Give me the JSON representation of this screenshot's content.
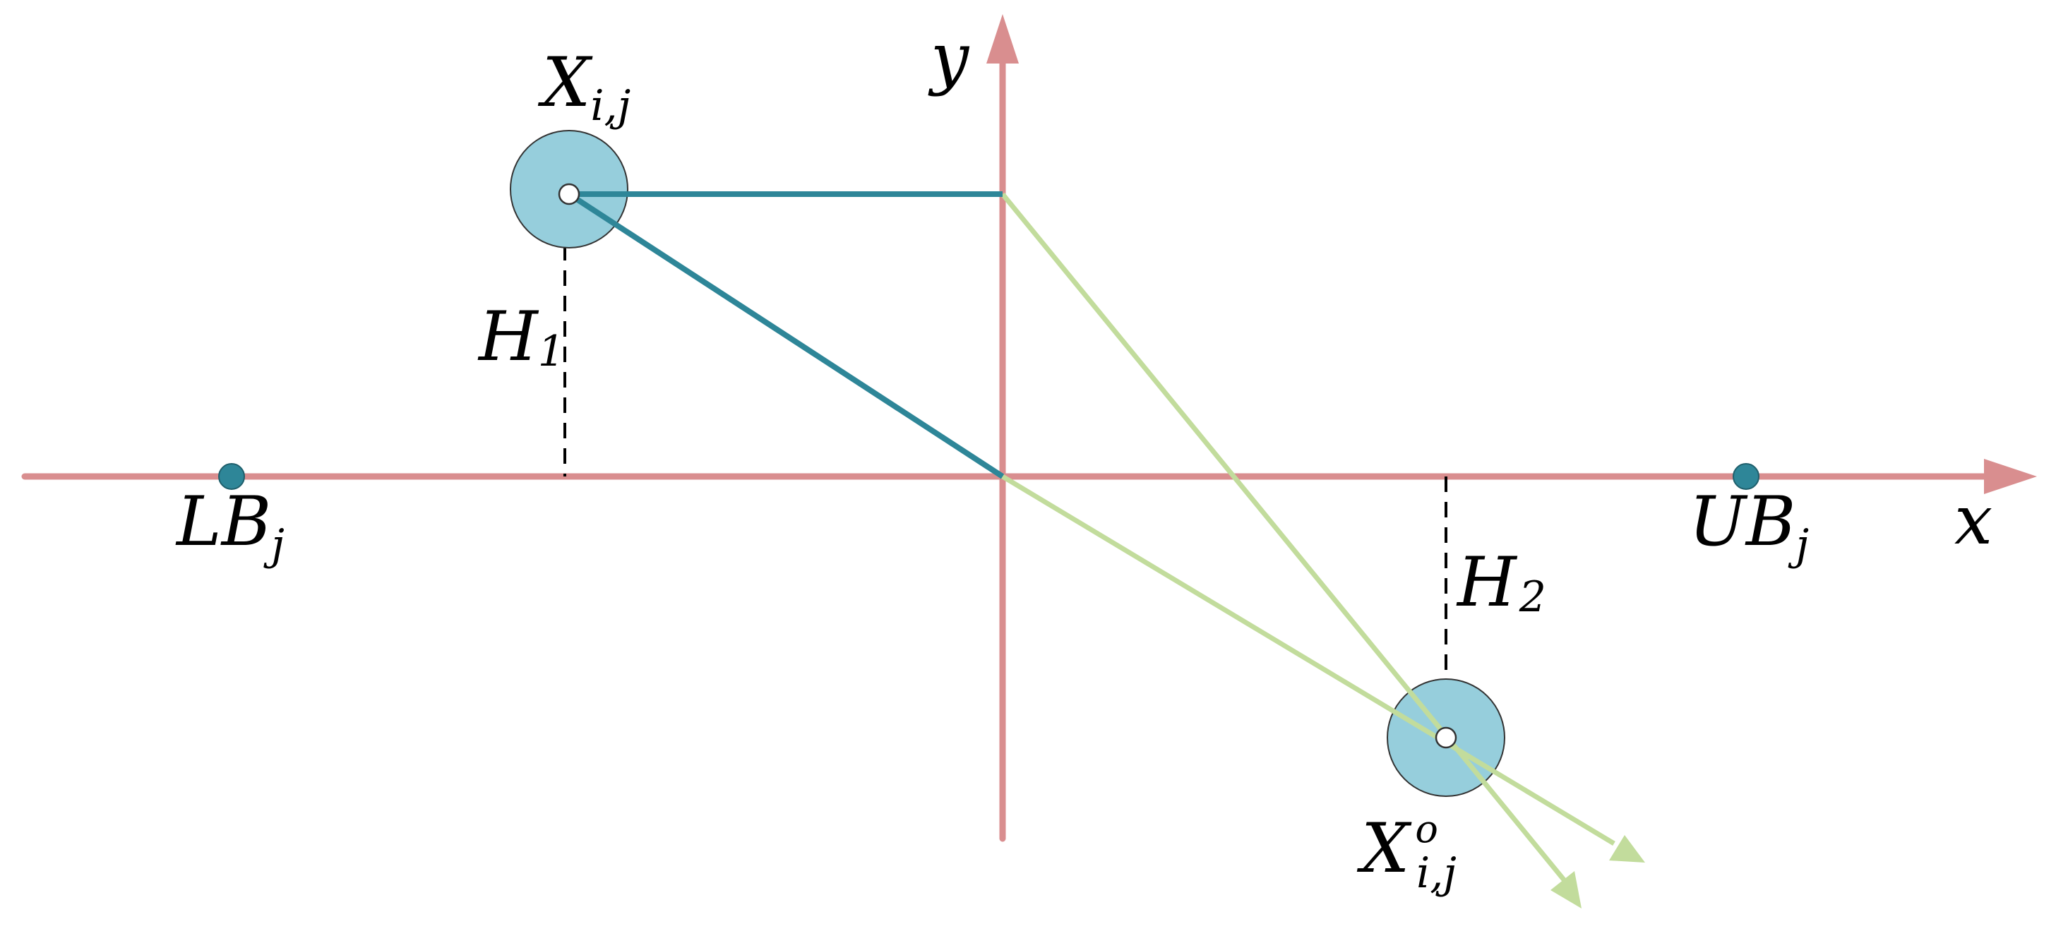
{
  "axes": {
    "x_label": "x",
    "y_label": "y"
  },
  "points": {
    "lower_bound": {
      "symbol": "LB",
      "subscript": "j"
    },
    "upper_bound": {
      "symbol": "UB",
      "subscript": "j"
    },
    "current": {
      "symbol": "X",
      "subscript": "i,j"
    },
    "opposite": {
      "symbol": "X",
      "subscript": "i,j",
      "superscript": "o"
    }
  },
  "distances": {
    "h1": {
      "symbol": "H",
      "subscript": "1"
    },
    "h2": {
      "symbol": "H",
      "subscript": "2"
    }
  },
  "colors": {
    "axis": "#D98E8F",
    "teal": "#2E8698",
    "circle_fill": "#96CEDC",
    "green": "#C2DC9C",
    "dashed": "#000000"
  }
}
